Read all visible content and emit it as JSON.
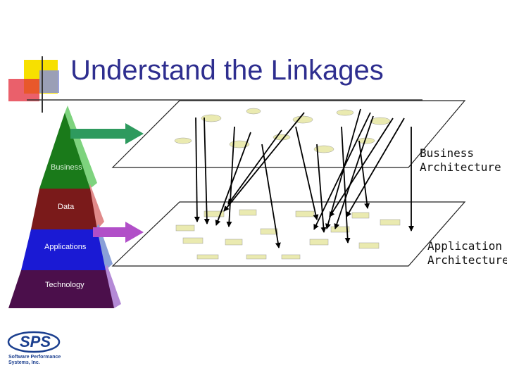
{
  "slide": {
    "title": "Understand the Linkages"
  },
  "pyramid": {
    "levels": [
      {
        "label": "Business",
        "color": "#1a7a1a",
        "side": "#7ed37e"
      },
      {
        "label": "Data",
        "color": "#7a1a1a",
        "side": "#e08a8a"
      },
      {
        "label": "Applications",
        "color": "#1a1ad4",
        "side": "#8aa0d8"
      },
      {
        "label": "Technology",
        "color": "#4b0f4b",
        "side": "#b48ad6"
      }
    ]
  },
  "layers": {
    "business": {
      "label_line1": "Business",
      "label_line2": "Architecture"
    },
    "application": {
      "label_line1": "Application",
      "label_line2": "Architecture"
    }
  },
  "arrows": {
    "fill_business": "#2e9a5e",
    "fill_application": "#b14fc8"
  },
  "logo": {
    "name": "SPS",
    "line1": "Software Performance",
    "line2": "Systems, Inc."
  },
  "colors": {
    "title": "#2e2e8f",
    "deco_yellow": "#f7e000",
    "deco_red": "#e32b3a",
    "deco_blue": "#8a93d6",
    "logo_blue": "#1b3f8f"
  }
}
